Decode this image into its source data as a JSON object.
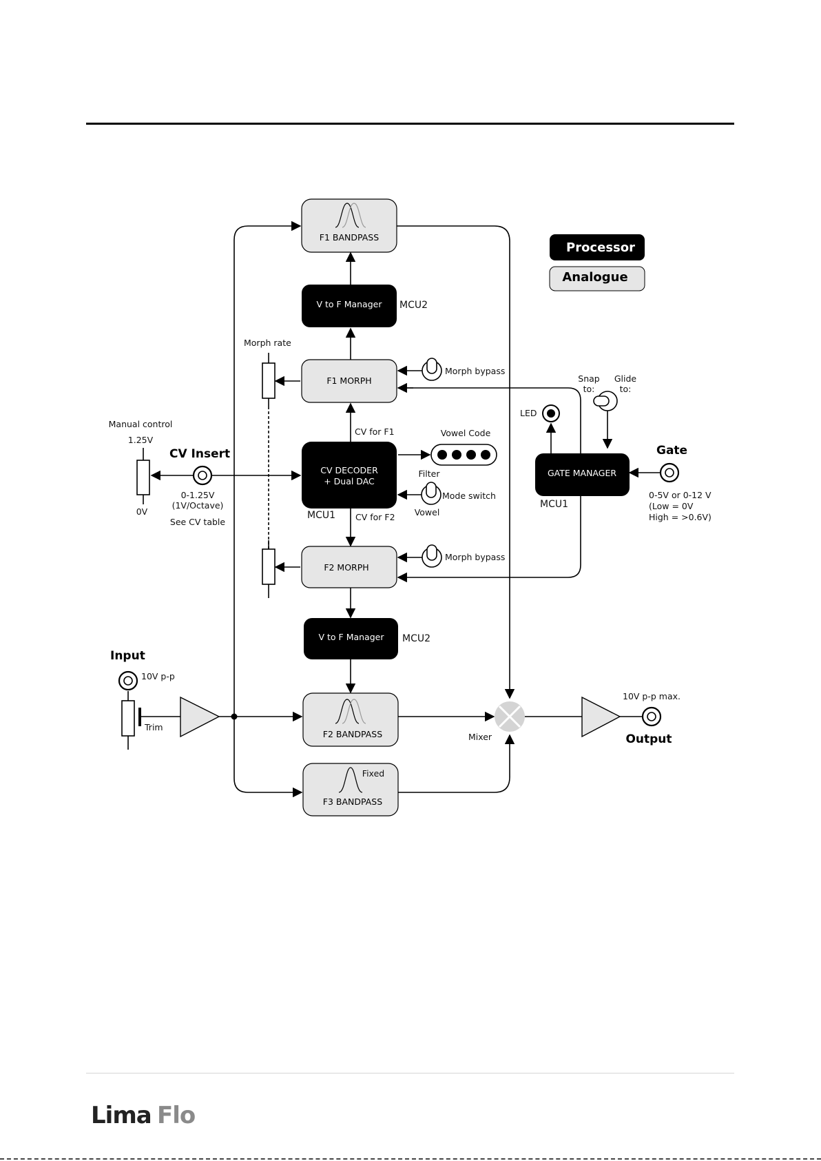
{
  "blocks": {
    "f1_bandpass": "F1 BANDPASS",
    "vtof_1": "V to F Manager",
    "mcu2_1": "MCU2",
    "f1_morph": "F1 MORPH",
    "cv_decoder_1": "CV DECODER",
    "cv_decoder_2": "+ Dual DAC",
    "mcu1_decoder": "MCU1",
    "f2_morph": "F2 MORPH",
    "vtof_2": "V to F Manager",
    "mcu2_2": "MCU2",
    "f2_bandpass": "F2 BANDPASS",
    "f3_bandpass": "F3 BANDPASS",
    "gate_manager": "GATE MANAGER",
    "mcu1_gate": "MCU1"
  },
  "legend": {
    "processor": "Processor",
    "analogue": "Analogue"
  },
  "labels": {
    "morph_rate": "Morph rate",
    "morph_bypass_1": "Morph bypass",
    "morph_bypass_2": "Morph bypass",
    "snap_to_1": "Snap",
    "snap_to_2": "to:",
    "glide_to_1": "Glide",
    "glide_to_2": "to:",
    "led": "LED",
    "manual_control": "Manual control",
    "v125": "1.25V",
    "cv_insert": "CV Insert",
    "v0": "0V",
    "cv_range": "0-1.25V",
    "cv_octave": "(1V/Octave)",
    "see_cv_table": "See CV table",
    "cv_for_f1": "CV for F1",
    "cv_for_f2": "CV for F2",
    "vowel_code": "Vowel Code",
    "filter": "Filter",
    "mode_switch": "Mode switch",
    "vowel": "Vowel",
    "gate": "Gate",
    "gate_range": "0-5V or 0-12 V",
    "gate_low": "(Low = 0V",
    "gate_high": "High = >0.6V)",
    "input": "Input",
    "input_level": "10V p-p",
    "trim": "Trim",
    "fixed": "Fixed",
    "mixer": "Mixer",
    "output_level": "10V p-p max.",
    "output": "Output"
  },
  "footer": {
    "logo_left": "Lima",
    "logo_right": "Flo"
  },
  "colors": {
    "processor_fill": "#000000",
    "analogue_fill": "#e6e6e6",
    "line": "#000000"
  }
}
